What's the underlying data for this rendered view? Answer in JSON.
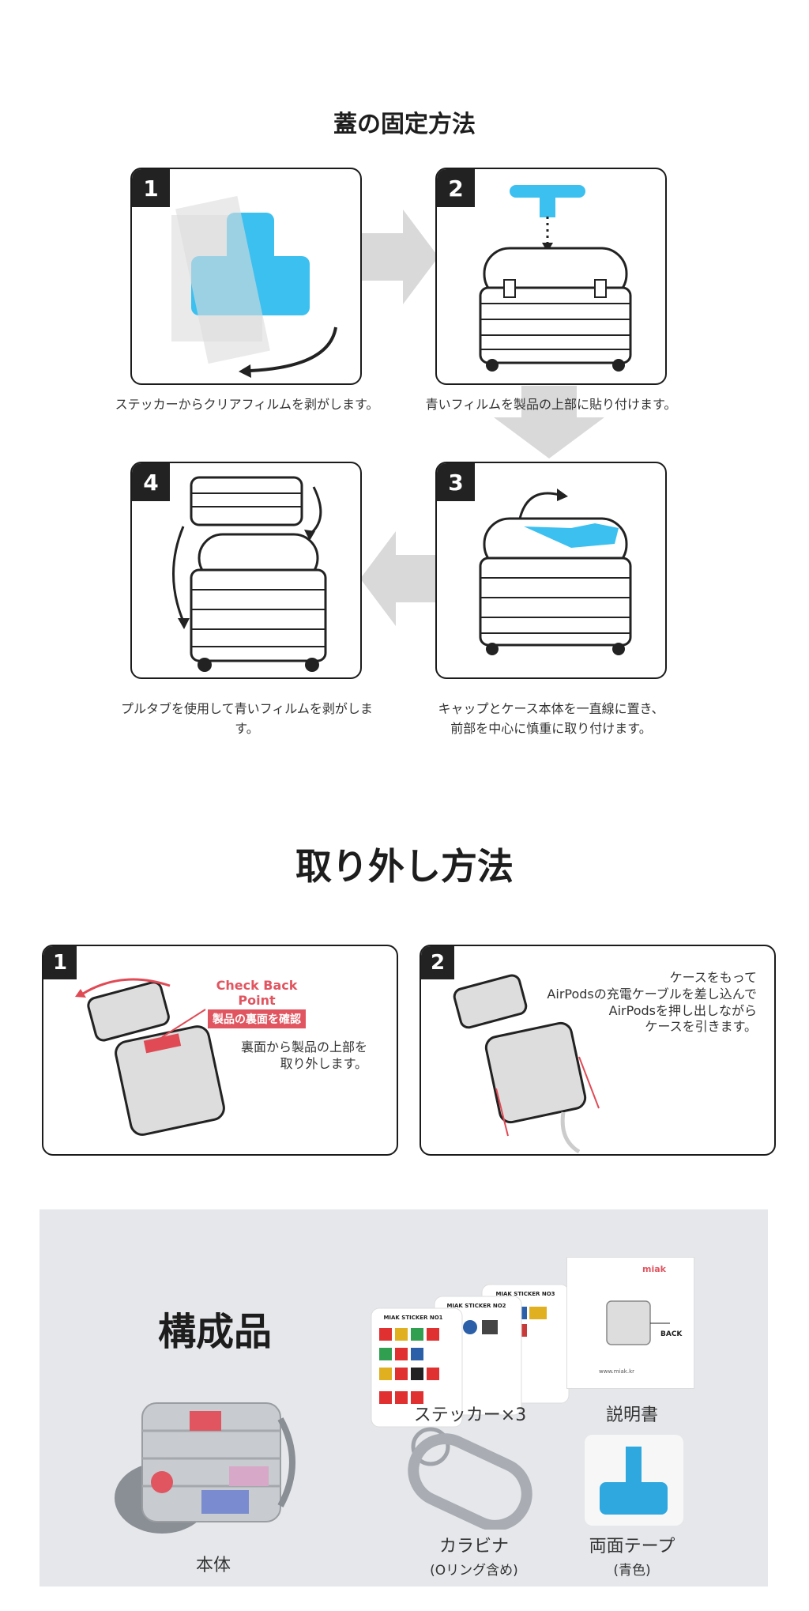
{
  "section1": {
    "title": "蓋の固定方法",
    "steps": [
      {
        "num": "1",
        "caption": "ステッカーからクリアフィルムを剥がします。"
      },
      {
        "num": "2",
        "caption": "青いフィルムを製品の上部に貼り付けます。"
      },
      {
        "num": "3",
        "caption": "キャップとケース本体を一直線に置き、\n前部を中心に慎重に取り付けます。"
      },
      {
        "num": "4",
        "caption": "プルタブを使用して青いフィルムを剥がします。"
      }
    ]
  },
  "section2": {
    "title": "取り外し方法",
    "steps": [
      {
        "num": "1",
        "badge_title": "Check Back Point",
        "badge_sub": "製品の裏面を確認",
        "note": "裏面から製品の上部を\n取り外します。"
      },
      {
        "num": "2",
        "note": "ケースをもって\nAirPodsの充電ケーブルを差し込んで\nAirPodsを押し出しながら\nケースを引きます。"
      }
    ]
  },
  "section3": {
    "title": "構成品",
    "items": {
      "body": "本体",
      "stickers": "ステッカー×3",
      "manual": "説明書",
      "carabiner": "カラビナ",
      "carabiner_sub": "(Oリング含め)",
      "tape": "両面テープ",
      "tape_sub": "(青色)"
    },
    "sticker_sheets": [
      "MIAK STICKER NO1",
      "MIAK STICKER NO2",
      "MIAK STICKER NO3"
    ],
    "manual_brand": "miak",
    "manual_back": "BACK",
    "manual_url": "www.miak.kr",
    "colors": {
      "panel_bg": "#e5e7ea",
      "accent_blue": "#3cc0f0",
      "accent_red": "#e05560"
    }
  }
}
